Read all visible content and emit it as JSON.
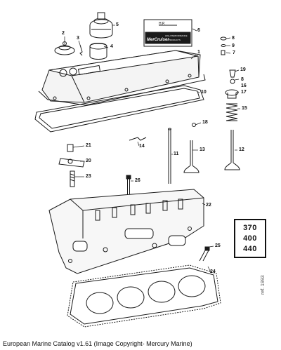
{
  "diagram": {
    "callouts": [
      {
        "id": "1",
        "label": "1"
      },
      {
        "id": "2",
        "label": "2"
      },
      {
        "id": "3",
        "label": "3"
      },
      {
        "id": "4",
        "label": "4"
      },
      {
        "id": "5",
        "label": "5"
      },
      {
        "id": "6",
        "label": "6"
      },
      {
        "id": "7",
        "label": "7"
      },
      {
        "id": "8a",
        "label": "8"
      },
      {
        "id": "8b",
        "label": "8"
      },
      {
        "id": "9",
        "label": "9"
      },
      {
        "id": "10",
        "label": "10"
      },
      {
        "id": "11",
        "label": "11"
      },
      {
        "id": "12",
        "label": "12"
      },
      {
        "id": "13",
        "label": "13"
      },
      {
        "id": "14",
        "label": "14"
      },
      {
        "id": "15",
        "label": "15"
      },
      {
        "id": "16",
        "label": "16"
      },
      {
        "id": "17",
        "label": "17"
      },
      {
        "id": "18",
        "label": "18"
      },
      {
        "id": "19",
        "label": "19"
      },
      {
        "id": "20",
        "label": "20"
      },
      {
        "id": "21",
        "label": "21"
      },
      {
        "id": "22",
        "label": "22"
      },
      {
        "id": "23",
        "label": "23"
      },
      {
        "id": "24",
        "label": "24"
      },
      {
        "id": "25",
        "label": "25"
      },
      {
        "id": "26",
        "label": "26"
      }
    ],
    "decal": {
      "hp": "H.P.",
      "brand": "MerCruiser",
      "line1": "HIGH PERFORMANCE",
      "line2": "PRODUCTS"
    },
    "models": [
      "370",
      "400",
      "440"
    ]
  },
  "caption": "European Marine Catalog v1.61 (Image Copyright- Mercury Marine)",
  "watermark": "ref. 1993"
}
